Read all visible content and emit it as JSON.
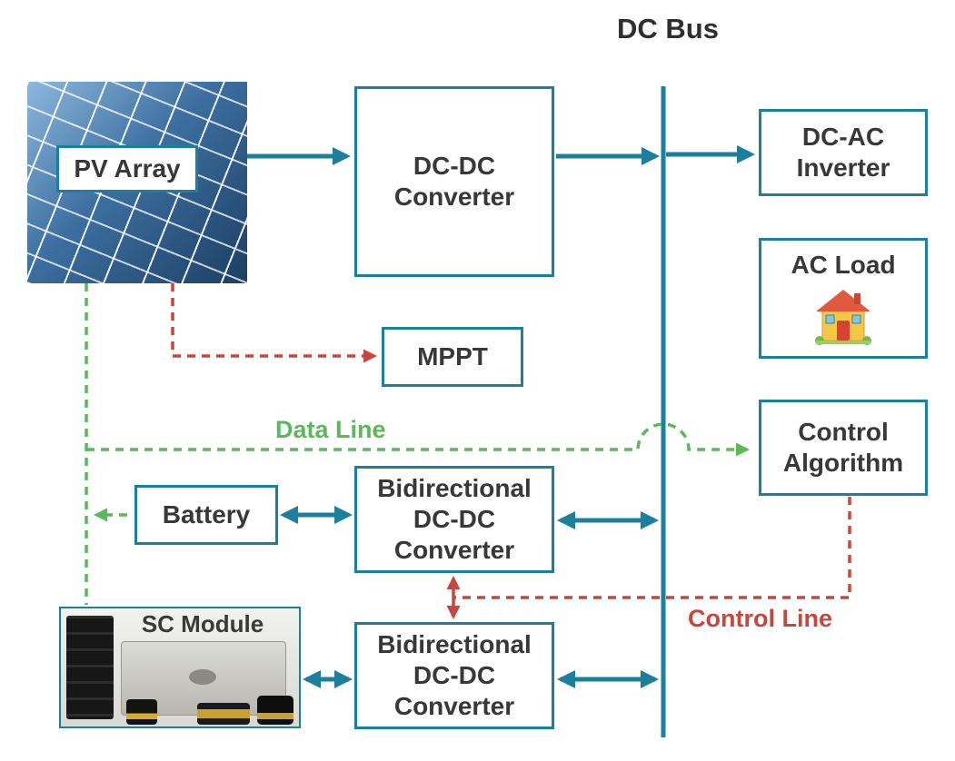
{
  "diagram": {
    "bus_label": "DC Bus",
    "nodes": {
      "pv_array": "PV Array",
      "dc_dc_converter": "DC-DC Converter",
      "dc_ac_inverter": "DC-AC Inverter",
      "ac_load": "AC Load",
      "mppt": "MPPT",
      "control_algorithm": "Control Algorithm",
      "battery": "Battery",
      "bidirectional_converter_top": "Bidirectional DC-DC Converter",
      "bidirectional_converter_bottom": "Bidirectional DC-DC Converter",
      "sc_module": "SC Module"
    },
    "line_labels": {
      "data_line": "Data Line",
      "control_line": "Control Line"
    },
    "colors": {
      "accent_teal": "#1b7f9d",
      "data_line_green": "#5cb85c",
      "control_line_red": "#c5473d",
      "text_dark": "#383838"
    },
    "icons": {
      "ac_load_icon": "house-icon",
      "pv_array_image": "solar-panel-photo",
      "sc_module_image": "supercapacitor-photo"
    }
  }
}
